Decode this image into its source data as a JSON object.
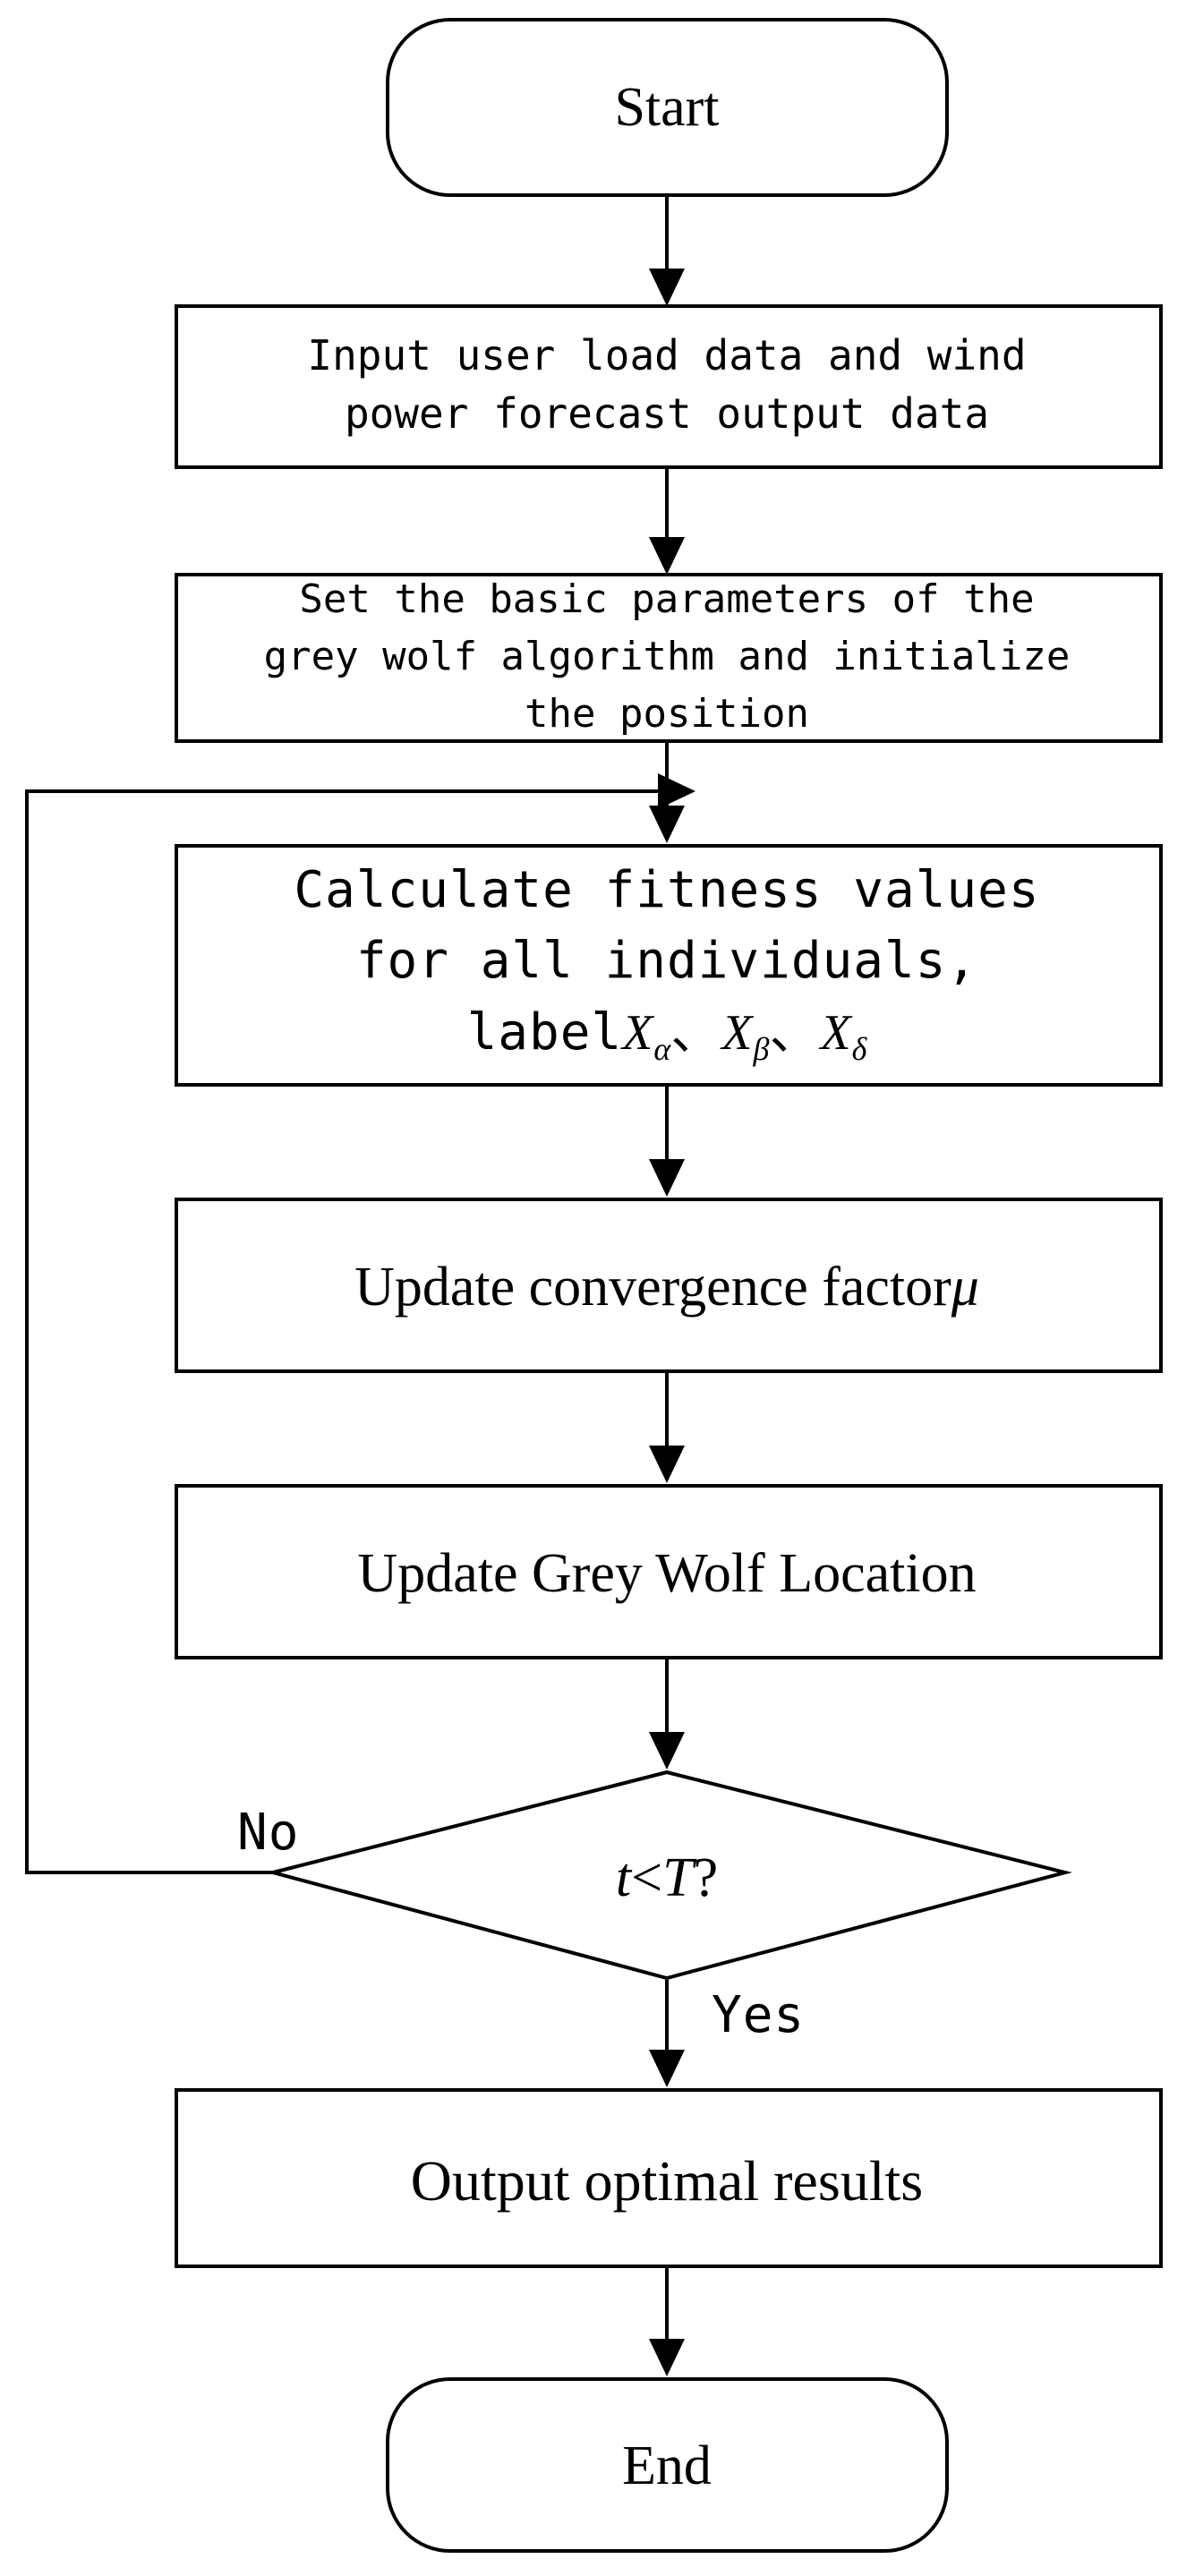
{
  "nodes": {
    "start": {
      "label": "Start"
    },
    "input_data": {
      "lines": [
        "Input user load data and wind",
        "power forecast output data"
      ]
    },
    "set_params": {
      "lines": [
        "Set the basic parameters of the",
        "grey wolf algorithm and initialize",
        "the position"
      ]
    },
    "fitness": {
      "lines": [
        "Calculate fitness values",
        "for all individuals,"
      ],
      "label_prefix": "label",
      "x_symbol": "X",
      "alpha": "α",
      "beta": "β",
      "delta": "δ",
      "separator": "、"
    },
    "update_factor": {
      "label": "Update convergence factor",
      "symbol": "μ"
    },
    "update_location": {
      "label": "Update Grey Wolf Location"
    },
    "decision": {
      "var_t": "t",
      "lt": "<",
      "var_T": "T",
      "question": "?"
    },
    "output": {
      "label": "Output optimal results"
    },
    "end": {
      "label": "End"
    }
  },
  "edges": {
    "no_label": "No",
    "yes_label": "Yes"
  },
  "colors": {
    "stroke": "#000000",
    "fill": "#ffffff"
  }
}
